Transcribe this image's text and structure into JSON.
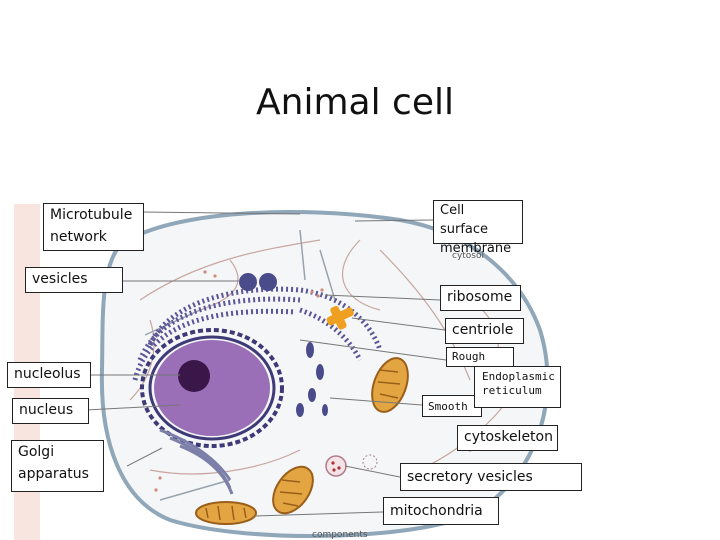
{
  "title": "Animal cell",
  "labels": {
    "microtubule_network": "Microtubule network",
    "vesicles": "vesicles",
    "nucleolus": "nucleolus",
    "nucleus": "nucleus",
    "golgi_apparatus": "Golgi apparatus",
    "cell_surface_membrane": "Cell surface membrane",
    "ribosome": "ribosome",
    "centriole": "centriole",
    "rough": "Rough",
    "endoplasmic_reticulum": "Endoplasmic reticulum",
    "smooth": "Smooth",
    "cytoskeleton": "cytoskeleton",
    "secretory_vesicles": "secretory vesicles",
    "mitochondria": "mitochondria"
  },
  "diagram_text": {
    "cytosol": "cytosol",
    "components": "components"
  },
  "colors": {
    "nucleus_fill": "#9a6fb8",
    "nucleolus_fill": "#3a1748",
    "envelope_stroke": "#3e3a78",
    "er_stroke": "#5a5698",
    "mitochondria_fill": "#e2a542",
    "vesicle_fill": "#4a4b8a",
    "centriole_fill": "#f0a020",
    "membrane_stroke": "#8fa7b8",
    "leader_line": "#777777"
  }
}
